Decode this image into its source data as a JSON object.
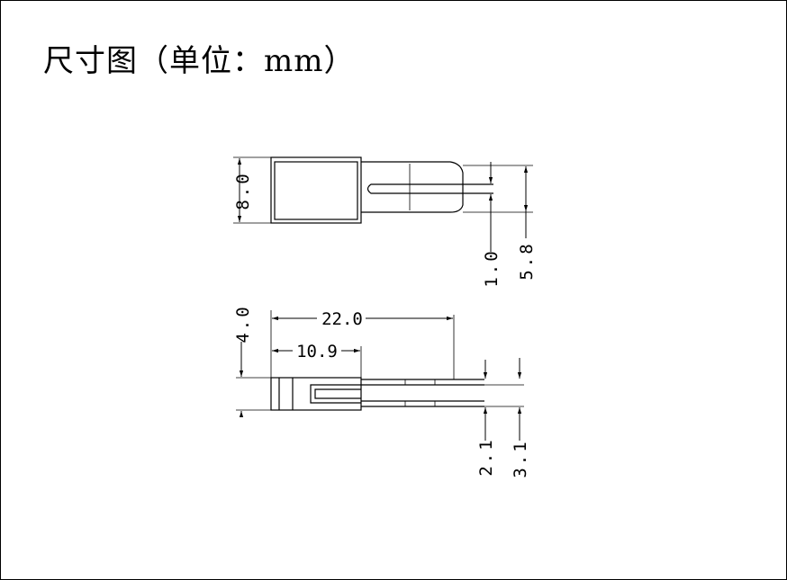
{
  "title": "尺寸图（单位：mm）",
  "dimensions": {
    "height_top": "8.0",
    "slot_width": "1.0",
    "pin_spacing": "5.8",
    "total_length": "22.0",
    "body_length": "10.9",
    "thickness": "4.0",
    "pin_offset_a": "2.1",
    "pin_offset_b": "3.1"
  }
}
